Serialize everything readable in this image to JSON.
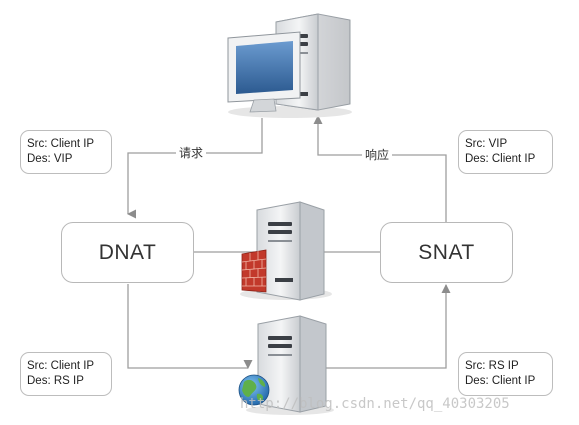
{
  "nodes": {
    "dnat": "DNAT",
    "snat": "SNAT"
  },
  "edges": {
    "request": "请求",
    "response": "响应"
  },
  "notes": {
    "client_to_vip": {
      "line1": "Src: Client IP",
      "line2": "Des: VIP"
    },
    "vip_to_client": {
      "line1": "Src: VIP",
      "line2": "Des: Client IP"
    },
    "client_to_rs": {
      "line1": "Src: Client IP",
      "line2": "Des: RS IP"
    },
    "rs_to_client": {
      "line1": "Src: RS IP",
      "line2": "Des: Client IP"
    }
  },
  "icons": {
    "client": "desktop-computer-icon",
    "gateway": "server-with-firewall-icon",
    "real_server": "server-with-globe-icon"
  },
  "colors": {
    "line": "#9e9e9e",
    "box_border": "#b8b8b8",
    "monitor_screen": "#3d6fa8",
    "firewall": "#c2392b",
    "globe": "#2f7cc2"
  },
  "watermark": "http://blog.csdn.net/qq_40303205"
}
